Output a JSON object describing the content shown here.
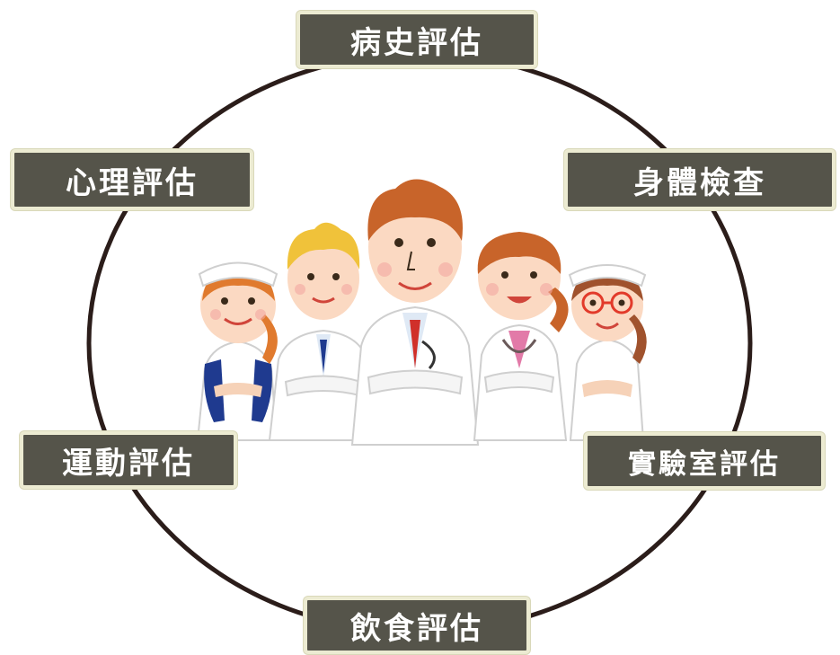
{
  "diagram": {
    "type": "cycle",
    "colors": {
      "ring": "#2b1d1a",
      "box_fill": "#55544a",
      "box_border": "#ecebd2",
      "box_text": "#ffffff"
    },
    "labels": {
      "top": "病史評估",
      "upper_right": "身體檢查",
      "lower_right": "實驗室評估",
      "bottom": "飲食評估",
      "lower_left": "運動評估",
      "upper_left": "心理評估"
    },
    "center_image": "medical-team-illustration"
  }
}
